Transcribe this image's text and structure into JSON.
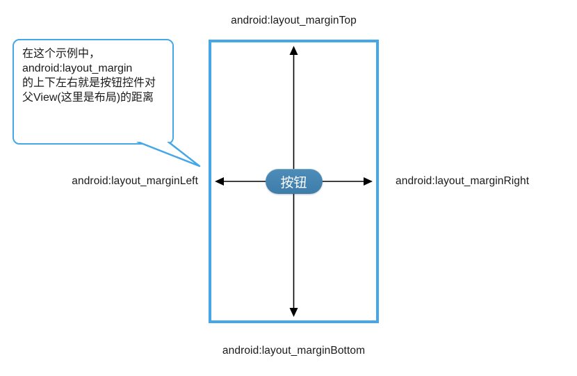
{
  "diagram": {
    "rect_labels": {
      "top": "android:layout_marginTop",
      "left": "android:layout_marginLeft",
      "right": "android:layout_marginRight",
      "bottom": "android:layout_marginBottom"
    },
    "button_label": "按钮",
    "callout_text": "在这个示例中，\nandroid:layout_margin\n的上下左右就是按钮控件对父View(这里是布局)的距离"
  },
  "colors": {
    "accent-blue": "#45A7E8",
    "button-fill": "#3E7DAB",
    "button-text": "#FFFFFF",
    "arrow-black": "#000000",
    "label-text": "#1A1A1A"
  }
}
